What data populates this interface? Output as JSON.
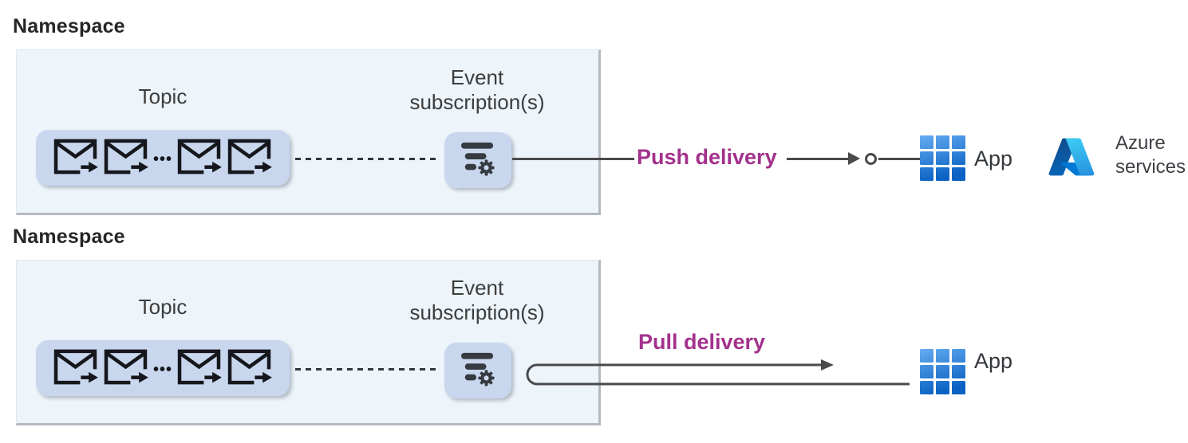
{
  "push": {
    "namespace_title": "Namespace",
    "topic_label": "Topic",
    "topic_ellipsis": "•••",
    "subscription_lines": [
      "Event",
      "subscription(s)"
    ],
    "delivery_label": "Push delivery",
    "app_label": "App",
    "azure_lines": [
      "Azure",
      "services"
    ]
  },
  "pull": {
    "namespace_title": "Namespace",
    "topic_label": "Topic",
    "topic_ellipsis": "•••",
    "subscription_lines": [
      "Event",
      "subscription(s)"
    ],
    "delivery_label": "Pull delivery",
    "app_label": "App"
  },
  "colors": {
    "delivery_label_magenta": "#a3318c",
    "namespace_fill": "#edf4fa",
    "namespace_border": "#b4bac0",
    "tile_fill": "#c9d7ee",
    "connector_dark": "#4a4a4a",
    "icon_ink": "#15171c",
    "app_gradient_top": "#65acf0",
    "app_gradient_bottom": "#0b62c4",
    "azure_dark_blue": "#114a8b",
    "azure_mid_blue": "#0078d4",
    "azure_light_blue": "#3ccbf4"
  },
  "icons": {
    "topic_messages": "send-mail-envelope-icon",
    "subscription": "filter-gear-icon",
    "app": "app-grid-icon",
    "azure": "azure-logo-icon",
    "push_endpoint": "endpoint-circle-icon"
  }
}
